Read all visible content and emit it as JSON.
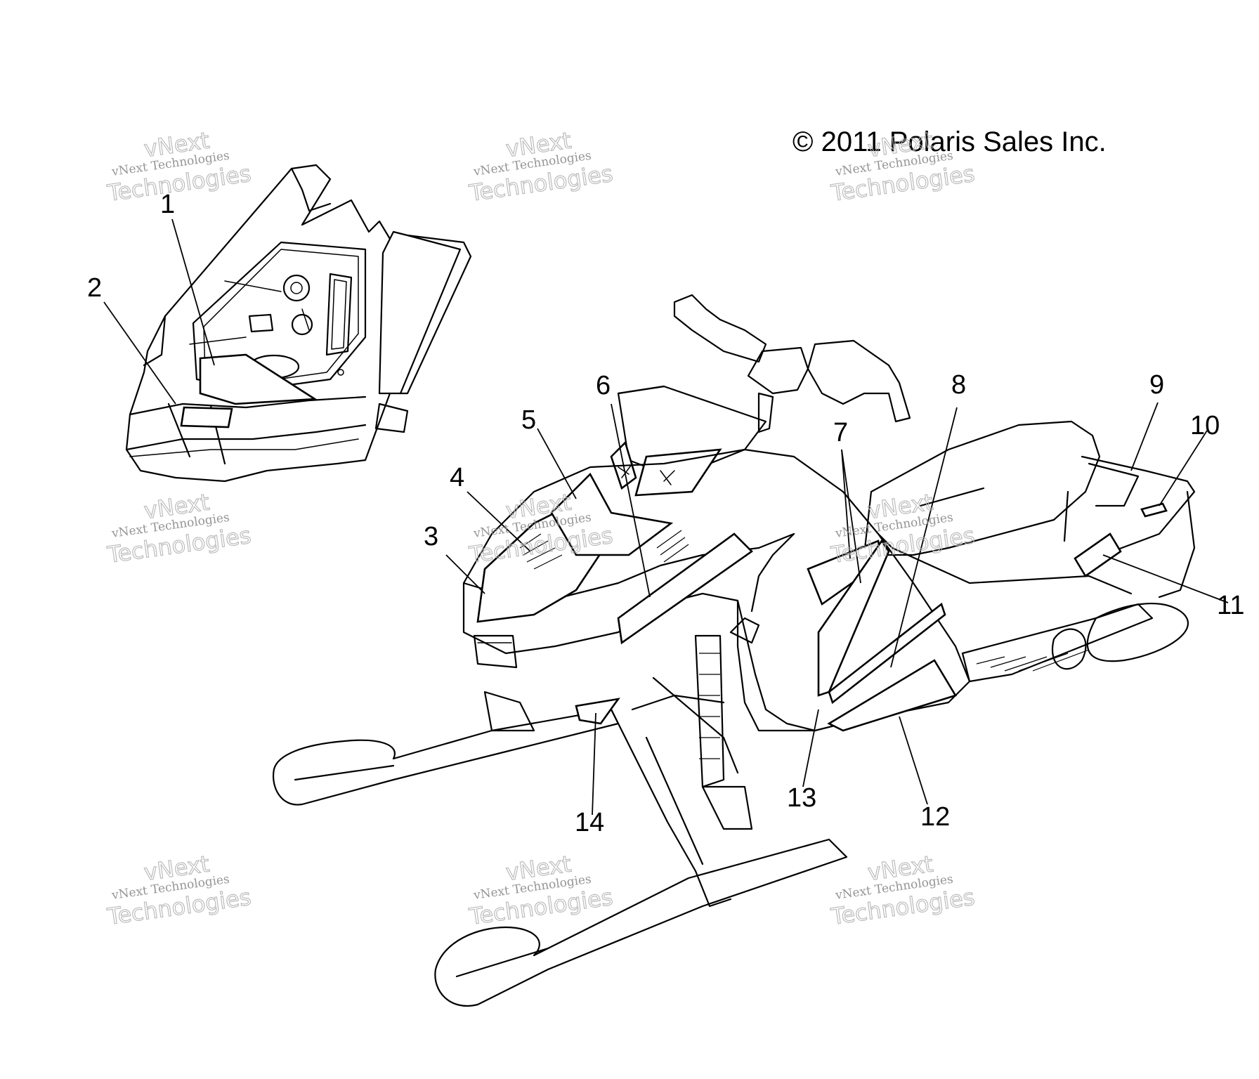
{
  "copyright": "© 2011 Polaris Sales Inc.",
  "watermark": {
    "line_small": "vNext Technologies",
    "line_top": "vNext",
    "line_bottom": "Technologies"
  },
  "callouts": [
    "1",
    "2",
    "3",
    "4",
    "5",
    "6",
    "7",
    "8",
    "9",
    "10",
    "11",
    "12",
    "13",
    "14"
  ],
  "colors": {
    "ink": "#000000",
    "watermark": "#8a8a8a",
    "background": "#ffffff"
  }
}
